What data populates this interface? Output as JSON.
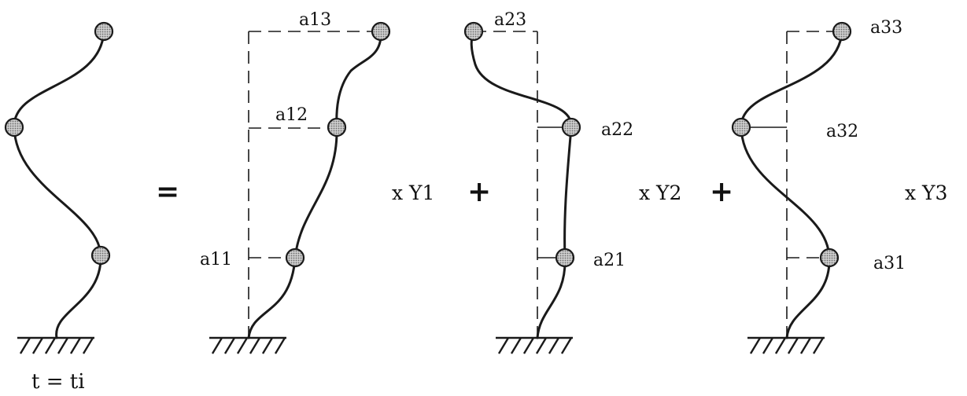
{
  "equation": {
    "equals": "=",
    "plus_1": "+",
    "plus_2": "+",
    "times_y1": "x Y1",
    "times_y2": "x Y2",
    "times_y3": "x Y3",
    "time_label": "t = ti"
  },
  "modes": [
    {
      "top": "a13",
      "middle": "a12",
      "bottom": "a11"
    },
    {
      "top": "a23",
      "middle": "a22",
      "bottom": "a21"
    },
    {
      "top": "a33",
      "middle": "a32",
      "bottom": "a31"
    }
  ],
  "colors": {
    "ink": "#1a1a1a",
    "mass_fill": "#bdbdbd"
  }
}
